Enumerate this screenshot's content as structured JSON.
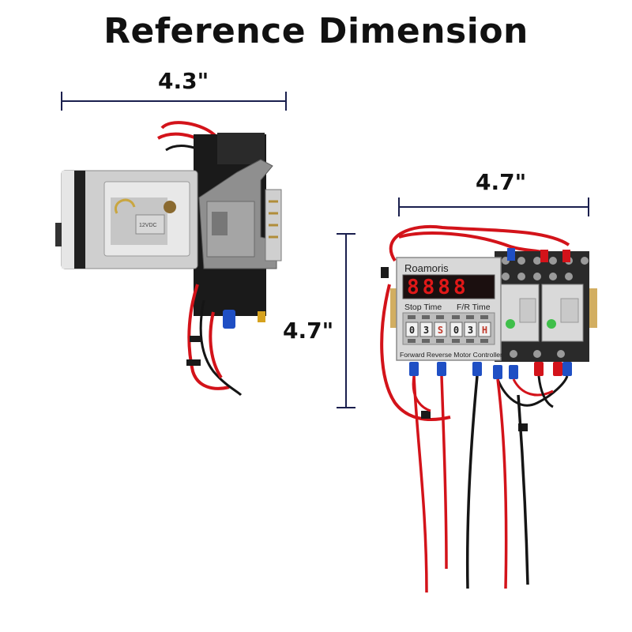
{
  "title": "Reference Dimension",
  "dimensions": {
    "side_width": "4.3\"",
    "front_width": "4.7\"",
    "front_height": "4.7\""
  },
  "controller": {
    "brand": "Roamoris",
    "display": "8888",
    "label_stop": "Stop Time",
    "label_fr": "F/R Time",
    "digits": [
      "0",
      "3",
      "S",
      "0",
      "3",
      "H"
    ],
    "footer": "Forward Reverse Motor Controller"
  },
  "side_relay": {
    "label": "12VDC"
  },
  "colors": {
    "dimension_line": "#1a1f4e",
    "wire_red": "#d3131a",
    "wire_black": "#151515",
    "terminal_blue": "#1f4fc4",
    "lcd_red": "#e01818",
    "housing_gray": "#c9c9c9"
  }
}
